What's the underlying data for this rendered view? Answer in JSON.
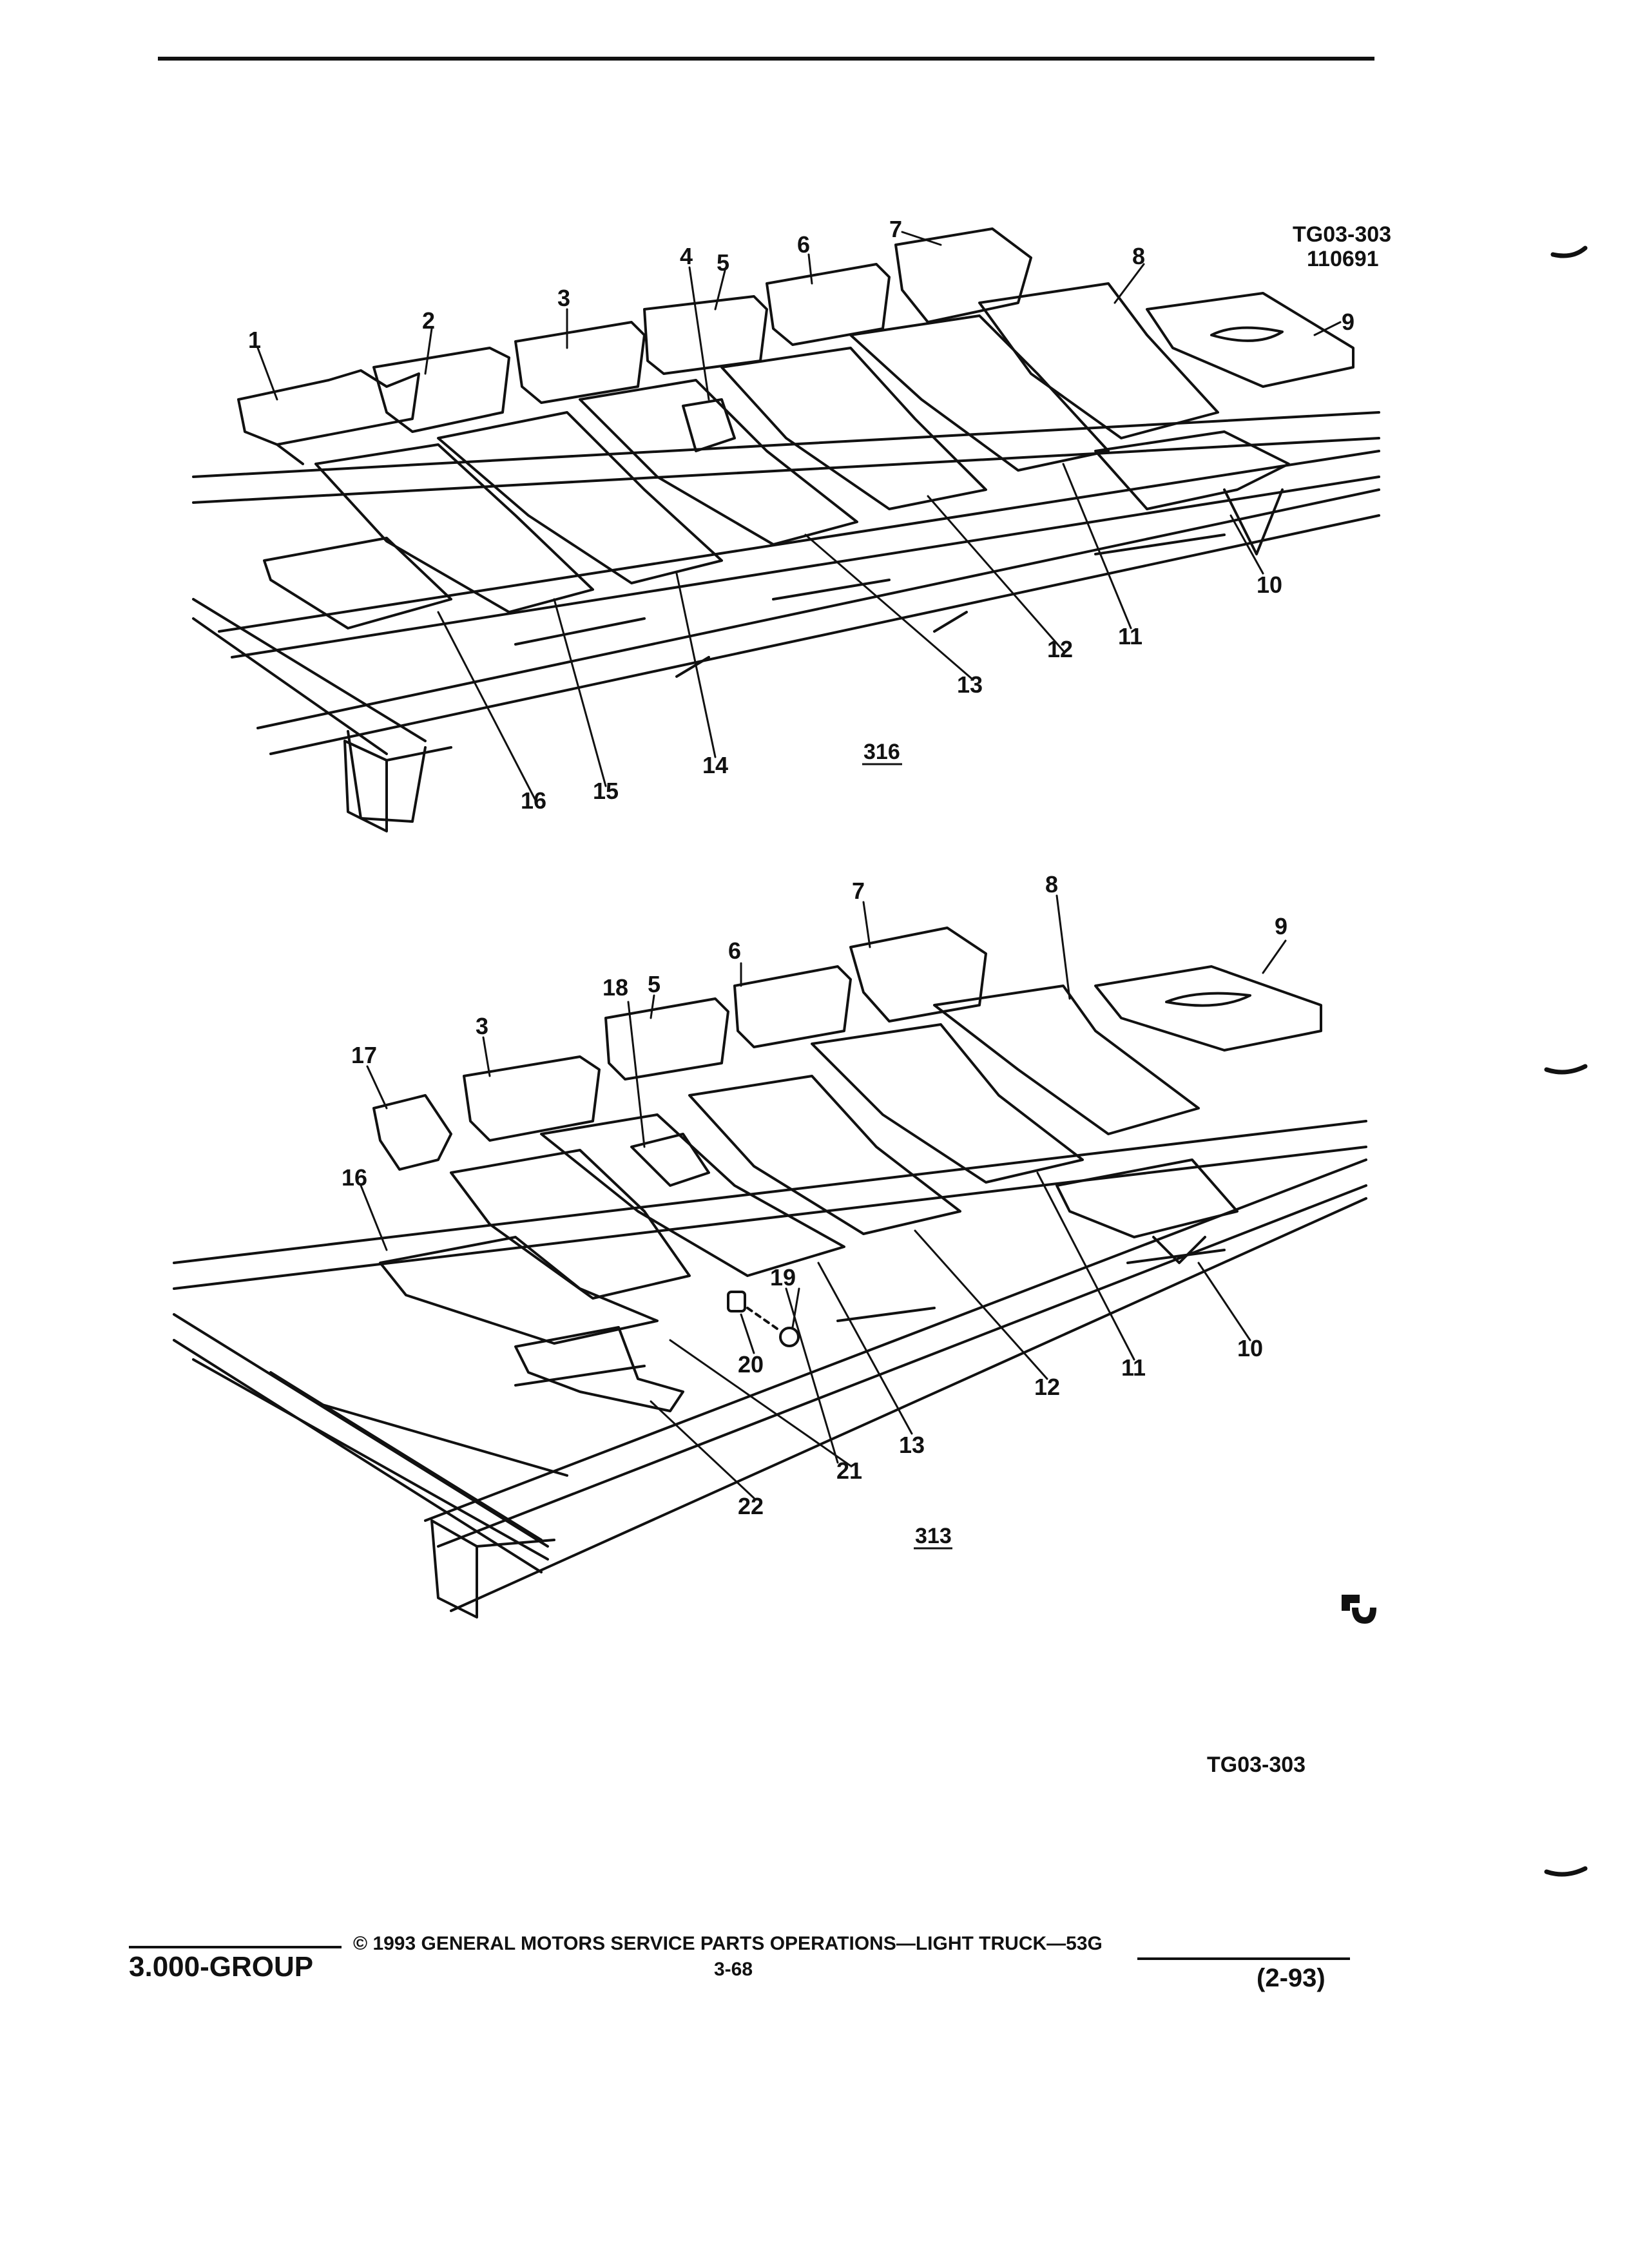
{
  "header": {
    "code": "TG03-303",
    "sub_code": "110691"
  },
  "upper_diagram": {
    "ref": "316",
    "callouts": [
      "1",
      "2",
      "3",
      "4",
      "5",
      "6",
      "7",
      "8",
      "9",
      "10",
      "11",
      "12",
      "13",
      "14",
      "15",
      "16"
    ]
  },
  "lower_diagram": {
    "ref": "313",
    "callouts": [
      "3",
      "5",
      "6",
      "7",
      "8",
      "9",
      "10",
      "11",
      "12",
      "13",
      "16",
      "17",
      "18",
      "19",
      "20",
      "21",
      "22"
    ]
  },
  "figure_code": "TG03-303",
  "footer": {
    "group": "3.000-GROUP",
    "copyright": "© 1993  GENERAL MOTORS SERVICE PARTS OPERATIONS—LIGHT TRUCK—53G",
    "page": "3-68",
    "date": "(2-93)"
  }
}
